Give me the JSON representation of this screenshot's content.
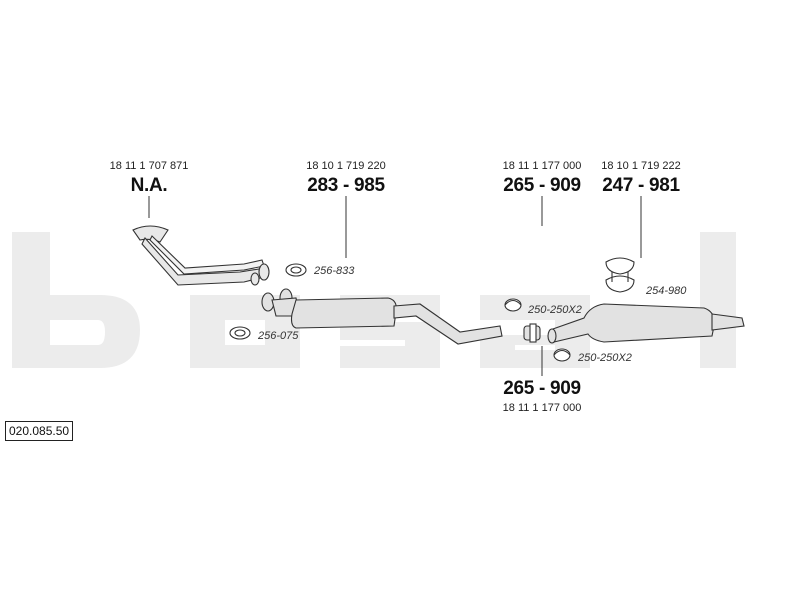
{
  "parts": [
    {
      "oe": "18 11 1 707 871",
      "pn": "N.A."
    },
    {
      "oe": "18 10 1 719 220",
      "pn": "283 - 985"
    },
    {
      "oe": "18 11 1 177 000",
      "pn": "265 - 909"
    },
    {
      "oe": "18 10 1 719 222",
      "pn": "247 - 981"
    },
    {
      "oe": "18 11 1 177 000",
      "pn": "265 - 909"
    }
  ],
  "sub_parts": {
    "gasket_upper": "256-833",
    "gasket_lower": "256-075",
    "clamp_upper": "250-250X2",
    "clamp_lower": "250-250X2",
    "hanger": "254-980"
  },
  "reference": "020.085.50",
  "colors": {
    "watermark": "#ececec",
    "line": "#333333",
    "part_fill": "#e2e2e2"
  }
}
